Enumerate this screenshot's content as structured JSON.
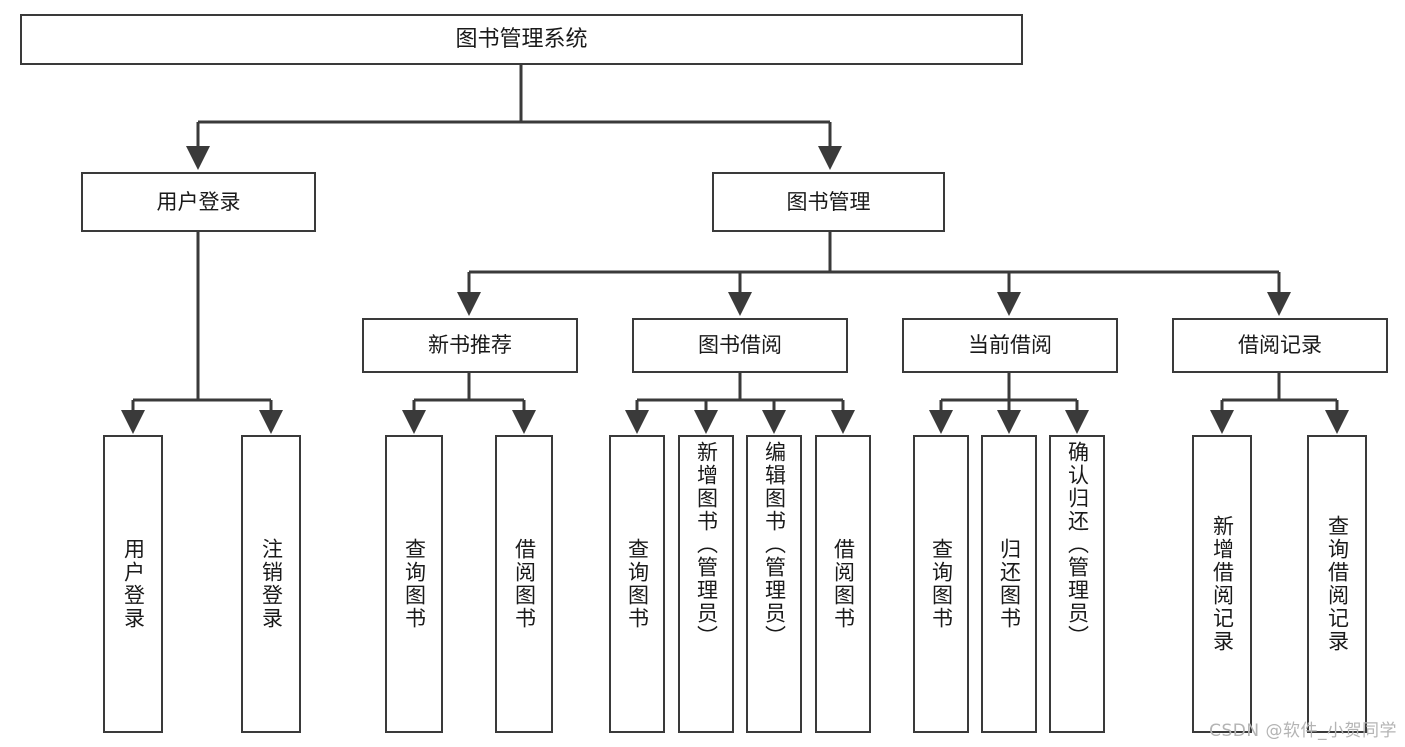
{
  "diagram": {
    "title": "图书管理系统",
    "type": "hierarchy-tree",
    "watermark": "CSDN @软件_小贺同学",
    "colors": {
      "box_border": "#3a3a3a",
      "box_fill": "#ffffff",
      "connector": "#3a3a3a",
      "text": "#1a1a1a",
      "watermark": "#b4b4b4",
      "background": "#ffffff"
    }
  },
  "nodes": {
    "root": {
      "label": "图书管理系统",
      "level": 1
    },
    "level2": [
      {
        "id": "user-login",
        "label": "用户登录"
      },
      {
        "id": "book-manage",
        "label": "图书管理"
      }
    ],
    "level3": [
      {
        "id": "new-book-recommend",
        "label": "新书推荐"
      },
      {
        "id": "book-borrow",
        "label": "图书借阅"
      },
      {
        "id": "current-borrow",
        "label": "当前借阅"
      },
      {
        "id": "borrow-record",
        "label": "借阅记录"
      }
    ],
    "leaves": [
      {
        "id": "leaf-user-login",
        "label": "用户登录",
        "parent": "user-login"
      },
      {
        "id": "leaf-user-logout",
        "label": "注销登录",
        "parent": "user-login"
      },
      {
        "id": "leaf-query-book-1",
        "label": "查询图书",
        "parent": "new-book-recommend"
      },
      {
        "id": "leaf-borrow-book-1",
        "label": "借阅图书",
        "parent": "new-book-recommend"
      },
      {
        "id": "leaf-query-book-2",
        "label": "查询图书",
        "parent": "book-borrow"
      },
      {
        "id": "leaf-add-book",
        "label": "新增图书（管理员）",
        "parent": "book-borrow"
      },
      {
        "id": "leaf-edit-book",
        "label": "编辑图书（管理员）",
        "parent": "book-borrow"
      },
      {
        "id": "leaf-borrow-book-2",
        "label": "借阅图书",
        "parent": "book-borrow"
      },
      {
        "id": "leaf-query-book-3",
        "label": "查询图书",
        "parent": "current-borrow"
      },
      {
        "id": "leaf-return-book",
        "label": "归还图书",
        "parent": "current-borrow"
      },
      {
        "id": "leaf-confirm-return",
        "label": "确认归还（管理员）",
        "parent": "current-borrow"
      },
      {
        "id": "leaf-add-record",
        "label": "新增借阅记录",
        "parent": "borrow-record"
      },
      {
        "id": "leaf-query-record",
        "label": "查询借阅记录",
        "parent": "borrow-record"
      }
    ]
  }
}
